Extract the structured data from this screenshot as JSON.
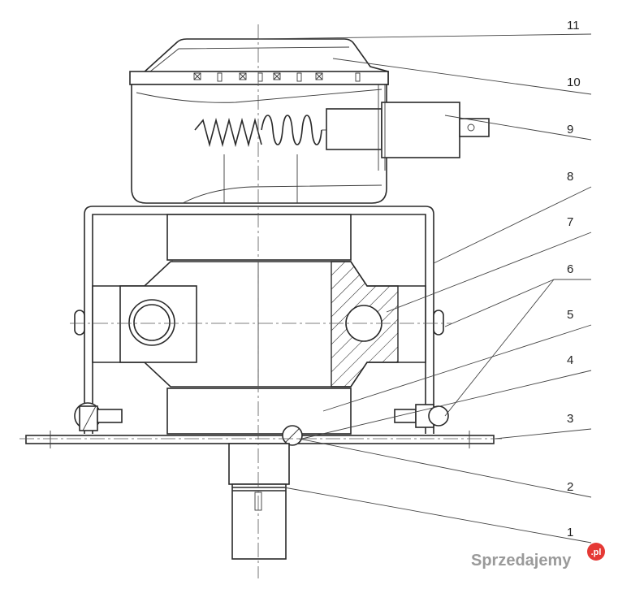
{
  "diagram": {
    "callouts": [
      {
        "id": "c11",
        "label": "11"
      },
      {
        "id": "c10",
        "label": "10"
      },
      {
        "id": "c9",
        "label": "9"
      },
      {
        "id": "c8",
        "label": "8"
      },
      {
        "id": "c7",
        "label": "7"
      },
      {
        "id": "c6",
        "label": "6"
      },
      {
        "id": "c5",
        "label": "5"
      },
      {
        "id": "c4",
        "label": "4"
      },
      {
        "id": "c3",
        "label": "3"
      },
      {
        "id": "c2",
        "label": "2"
      },
      {
        "id": "c1",
        "label": "1"
      }
    ]
  },
  "watermark": {
    "text": "Sprzedajemy",
    "badge": ".pl",
    "badge_color": "#e53935"
  }
}
